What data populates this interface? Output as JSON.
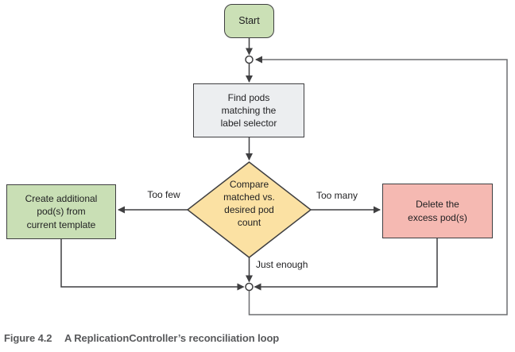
{
  "diagram": {
    "title_semantic": "ReplicationController reconciliation loop flowchart",
    "nodes": {
      "start": {
        "label": "Start",
        "type": "terminator",
        "fill": "#cbe0b6"
      },
      "find_pods": {
        "label": "Find pods\nmatching the\nlabel selector",
        "type": "process",
        "fill": "#eceef0"
      },
      "compare": {
        "label": "Compare\nmatched vs.\ndesired pod\ncount",
        "type": "decision",
        "fill": "#fbe1a3"
      },
      "create_pods": {
        "label": "Create additional\npod(s) from\ncurrent template",
        "type": "process",
        "fill": "#c9dfb5"
      },
      "delete_pods": {
        "label": "Delete the\nexcess pod(s)",
        "type": "process",
        "fill": "#f5b9b2"
      }
    },
    "edge_labels": {
      "too_few": "Too few",
      "too_many": "Too many",
      "just_enough": "Just enough"
    },
    "edges": [
      {
        "from": "start",
        "to": "junction-top"
      },
      {
        "from": "junction-top",
        "to": "find_pods"
      },
      {
        "from": "find_pods",
        "to": "compare"
      },
      {
        "from": "compare",
        "to": "create_pods",
        "label": "Too few"
      },
      {
        "from": "compare",
        "to": "delete_pods",
        "label": "Too many"
      },
      {
        "from": "compare",
        "to": "junction-bottom",
        "label": "Just enough"
      },
      {
        "from": "create_pods",
        "to": "junction-bottom"
      },
      {
        "from": "delete_pods",
        "to": "junction-bottom"
      },
      {
        "from": "junction-bottom",
        "to": "junction-top",
        "note": "feedback loop around right side"
      }
    ]
  },
  "caption": {
    "figure_label": "Figure 4.2",
    "text": "A ReplicationController’s reconciliation loop"
  },
  "colors": {
    "start_fill": "#cbe0b6",
    "process_fill": "#eceef0",
    "decision_fill": "#fbe1a3",
    "create_fill": "#c9dfb5",
    "delete_fill": "#f5b9b2",
    "line": "#3f3f41",
    "loop_line": "#6d6e71",
    "text": "#1f1f21",
    "caption_text": "#58595b"
  }
}
